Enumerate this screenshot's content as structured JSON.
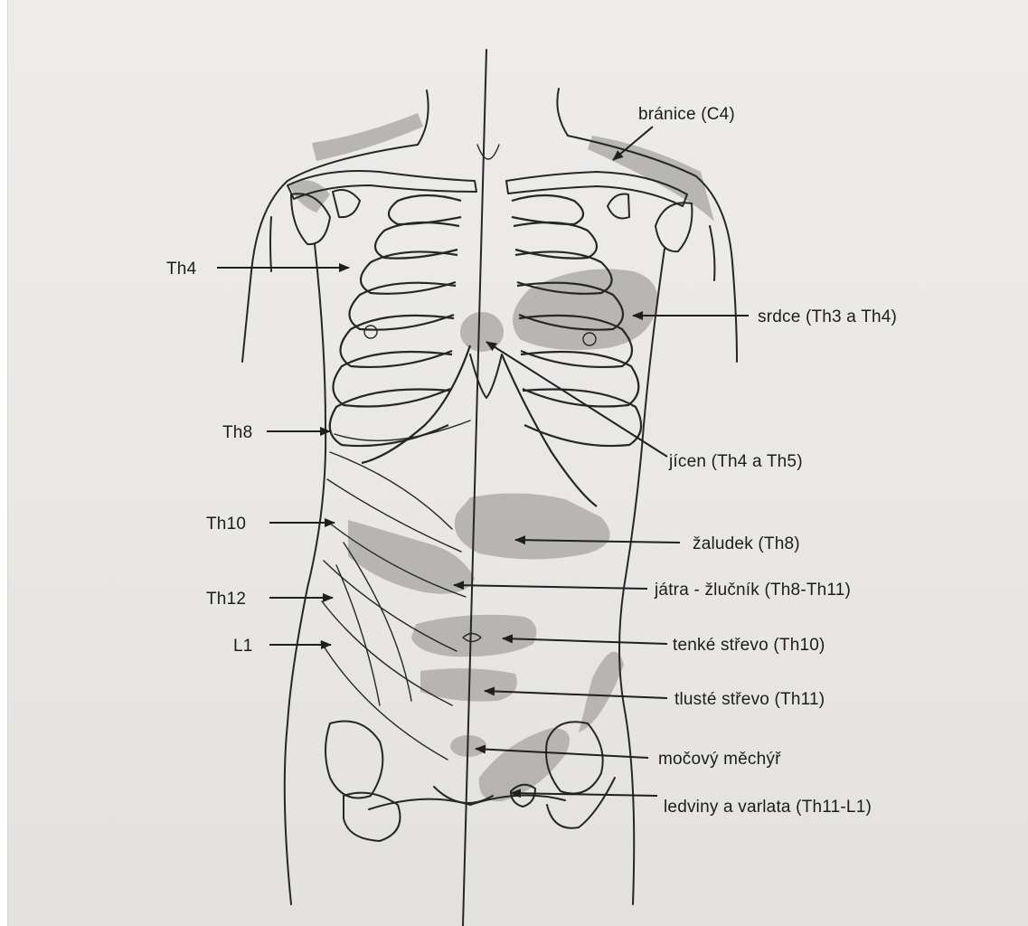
{
  "colors": {
    "paper": "#ebe9e6",
    "ink": "#262626",
    "zone": "#a9a7a4"
  },
  "labels": {
    "left": {
      "th4": "Th4",
      "th8": "Th8",
      "th10": "Th10",
      "th12": "Th12",
      "l1": "L1"
    },
    "right": {
      "branice": "bránice (C4)",
      "srdce": "srdce (Th3 a Th4)",
      "jicen": "jícen (Th4 a Th5)",
      "zaludek": "žaludek (Th8)",
      "jatra": "játra - žlučník (Th8-Th11)",
      "tenke": "tenké střevo (Th10)",
      "tluste": "tlusté střevo (Th11)",
      "mocovy": "močový měchýř",
      "ledviny": "ledviny a varlata (Th11-L1)"
    }
  }
}
